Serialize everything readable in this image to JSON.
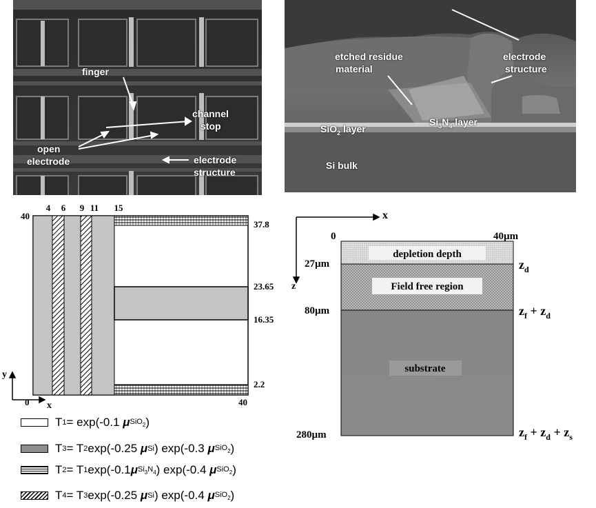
{
  "sem_top_left": {
    "labels": {
      "finger": "finger",
      "channel_stop_1": "channel",
      "channel_stop_2": "stop",
      "open_electrode_1": "open",
      "open_electrode_2": "electrode",
      "electrode_structure_1": "electrode",
      "electrode_structure_2": "structure"
    }
  },
  "sem_top_right": {
    "labels": {
      "etched_residue_1": "etched residue",
      "etched_residue_2": "material",
      "electrode_structure_1": "electrode",
      "electrode_structure_2": "structure",
      "sio2_layer": "SiO",
      "sio2_sub": "2",
      "sio2_suffix": " layer",
      "si3n4_pre": "Si",
      "si3n4_sub1": "3",
      "si3n4_mid": "N",
      "si3n4_sub2": "4",
      "si3n4_suffix": " layer",
      "si_bulk": "Si bulk"
    }
  },
  "layout_diagram": {
    "top_ticks": [
      "4",
      "6",
      "9",
      "11",
      "15"
    ],
    "right_ticks": [
      "37.8",
      "23.65",
      "16.35",
      "2.2"
    ],
    "y_top": "40",
    "x_right": "40",
    "origin": "0",
    "x_axis": "x",
    "y_axis": "y"
  },
  "depth_diagram": {
    "x_axis": "x",
    "z_axis": "z",
    "left_labels": [
      "0",
      "27µm",
      "80µm",
      "280µm"
    ],
    "top_right": "40µm",
    "regions": [
      "depletion depth",
      "Field free region",
      "substrate"
    ],
    "right_labels": {
      "zd": "z",
      "zd_sub": "d",
      "zf_zd_a": "z",
      "zf_zd_a_sub": "f",
      "zf_zd_plus": " + z",
      "zf_zd_b_sub": "d",
      "zs_a": "z",
      "zs_a_sub": "f",
      "zs_plus1": " + z",
      "zs_b_sub": "d",
      "zs_plus2": " + z",
      "zs_c_sub": "s"
    }
  },
  "legend": {
    "t1": {
      "pre": "T",
      "sub": "1",
      "rest": " = exp(-0.1 ",
      "mu": "μ",
      "mu_sub": "SiO",
      "mu_sub2": "2",
      "end": ")"
    },
    "t3": {
      "pre": "T",
      "sub": "3",
      "rest": " = T",
      "sub2": "2",
      "rest2": " exp(-0.25 ",
      "mu": "μ",
      "mu_sub": "Si",
      "mid": " ) exp(-0.3 ",
      "mu2": "μ",
      "mu2_sub": "SiO",
      "mu2_sub2": "2",
      "end": ")"
    },
    "t2": {
      "pre": "T",
      "sub": "2",
      "rest": " = T",
      "sub2": "1",
      "rest2": "exp(-0.1",
      "mu": "μ",
      "mu_sub": "Si",
      "mu_sub_a": "3",
      "mu_sub_b": "N",
      "mu_sub_c": "4",
      "mid": ") exp(-0.4 ",
      "mu2": "μ",
      "mu2_sub": "SiO",
      "mu2_sub2": "2",
      "end": ")"
    },
    "t4": {
      "pre": "T",
      "sub": "4",
      "rest": " = T",
      "sub2": "3",
      "rest2": "exp(-0.25 ",
      "mu": "μ",
      "mu_sub": "Si",
      "mid": " ) exp(-0.4 ",
      "mu2": "μ",
      "mu2_sub": "SiO",
      "mu2_sub2": "2",
      "end": ")"
    }
  }
}
